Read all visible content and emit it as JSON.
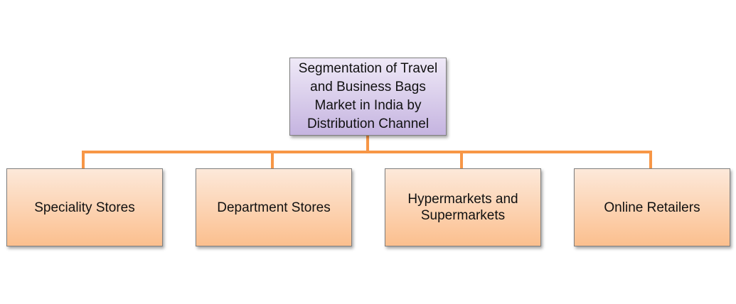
{
  "root": {
    "label": "Segmentation of Travel and Business Bags Market in India by Distribution Channel"
  },
  "children": [
    {
      "label": "Speciality Stores"
    },
    {
      "label": "Department Stores"
    },
    {
      "label": "Hypermarkets and Supermarkets"
    },
    {
      "label": "Online Retailers"
    }
  ],
  "colors": {
    "connector": "#f79646",
    "root_fill": "#d9cdee",
    "child_fill": "#fcd5b4"
  }
}
